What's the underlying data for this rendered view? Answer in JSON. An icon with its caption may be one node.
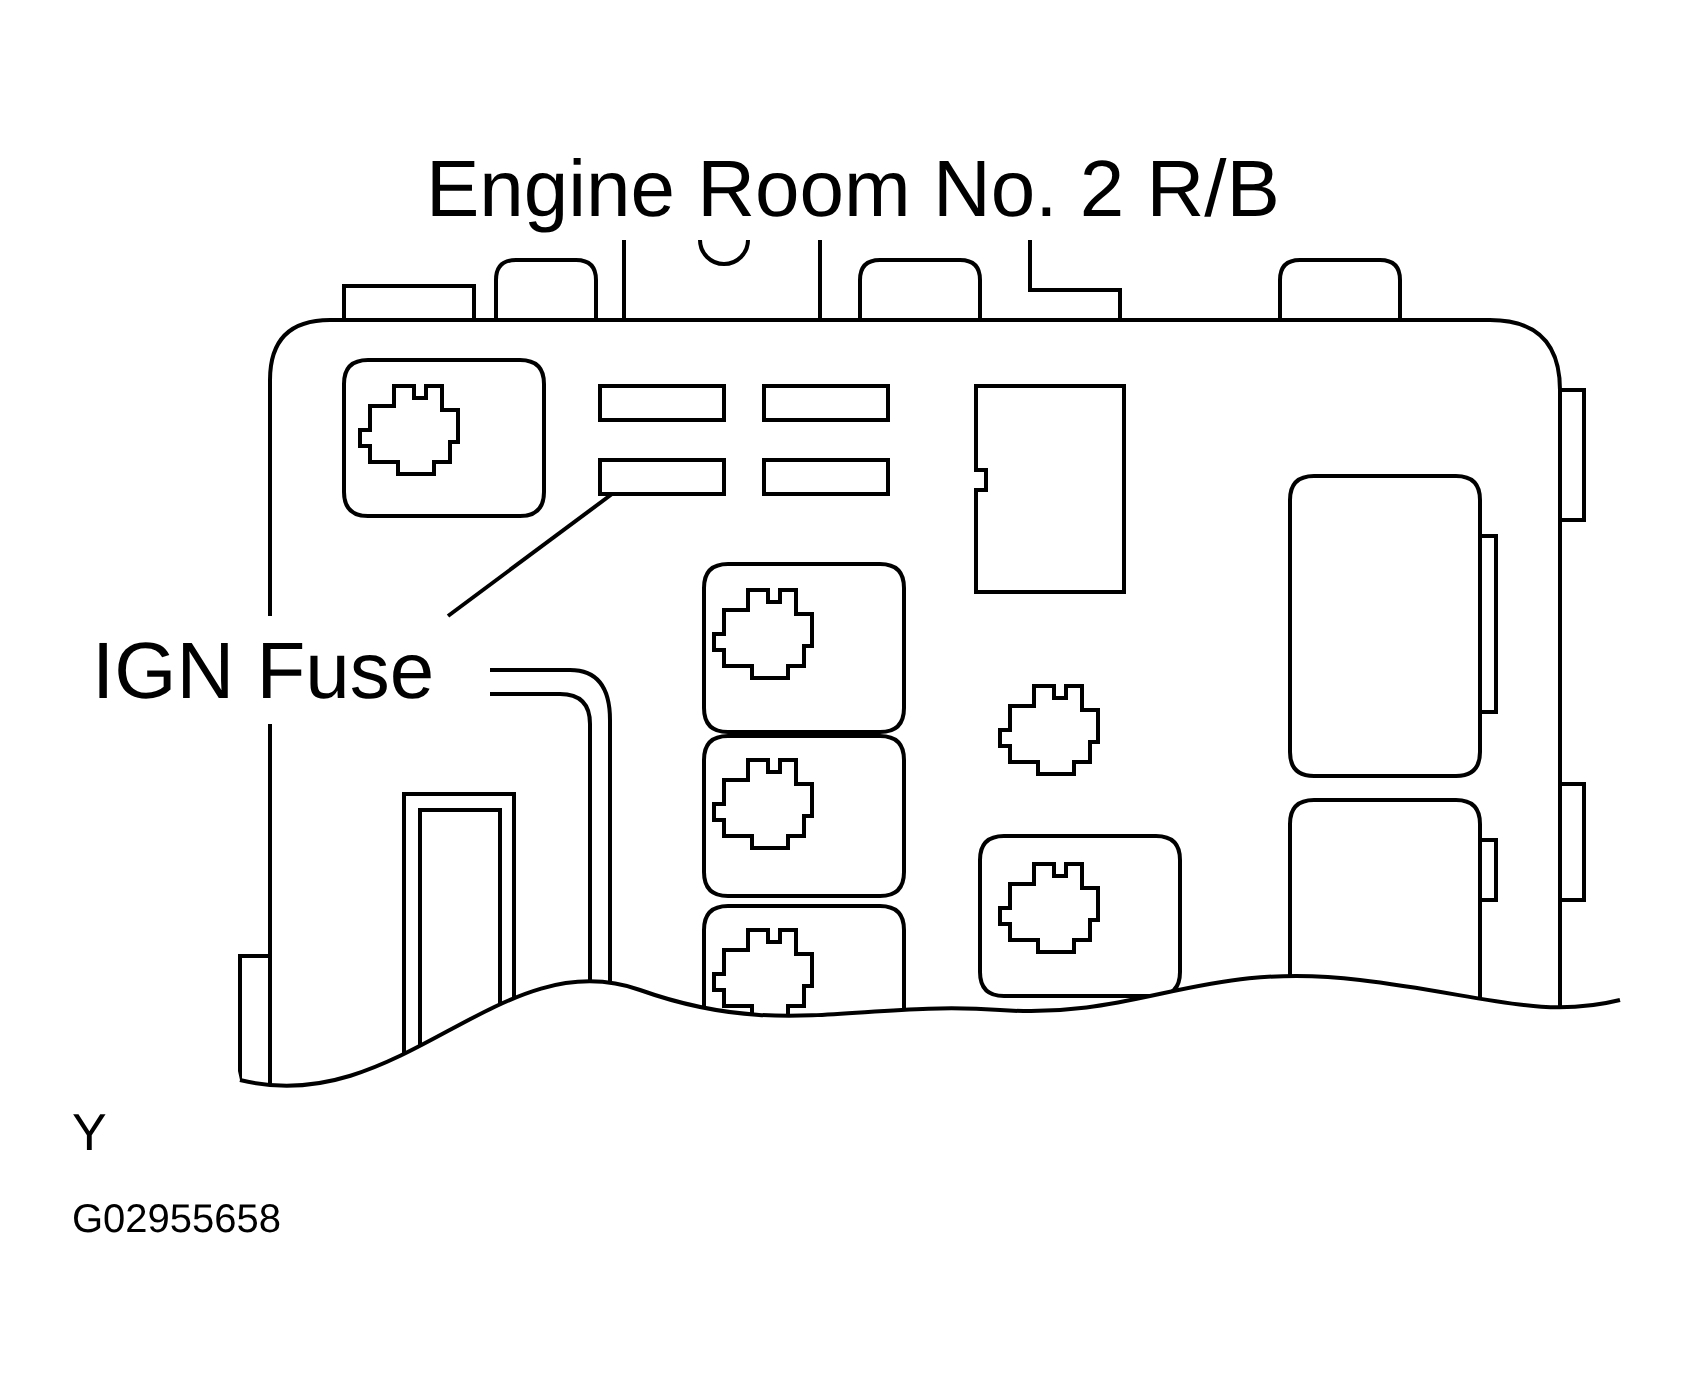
{
  "diagram": {
    "title": "Engine Room No. 2 R/B",
    "nodes": [
      {
        "text": [
          "IGN Fuse"
        ]
      },
      {
        "text": [],
        "shape": "box"
      }
    ],
    "edges": [
      {
        "from": 0,
        "to": 1,
        "arrow": "none"
      }
    ],
    "labels": [
      "Y",
      "G02955658"
    ]
  }
}
